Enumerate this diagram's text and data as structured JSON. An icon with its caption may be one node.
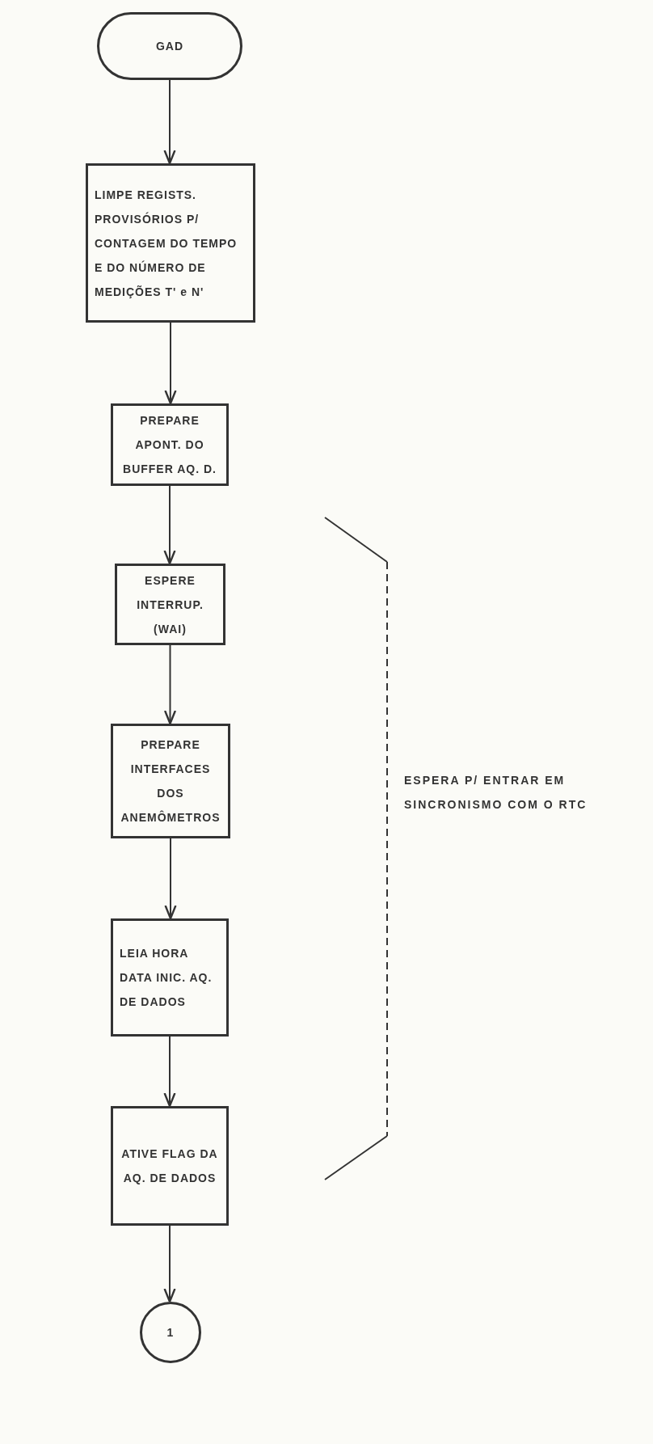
{
  "diagram": {
    "nodes": [
      {
        "text": [
          "GAD"
        ]
      },
      {
        "text": [
          "LIMPE REGISTS. PROVISÓRIOS P/ CONTAGEM DO TEMPO E DO NÚMERO DE MEDIÇÕES T' e N'"
        ]
      },
      {
        "text": [
          "PREPARE APONT. DO BUFFER AQ. D."
        ]
      },
      {
        "text": [
          "ESPERE INTERRUP. (WAI)"
        ]
      },
      {
        "text": [
          "PREPARE INTERFACES DOS ANEMÔMETROS"
        ]
      },
      {
        "text": [
          "LEIA HORA DATA INIC. AQ. DE DADOS"
        ]
      },
      {
        "text": [
          "ATIVE FLAG DA AQ. DE DADOS"
        ]
      },
      {
        "text": [
          "1"
        ]
      }
    ],
    "edges": [
      {
        "from": 0,
        "to": 1,
        "arrow": "to"
      },
      {
        "from": 1,
        "to": 2,
        "arrow": "to"
      },
      {
        "from": 2,
        "to": 3,
        "arrow": "to"
      },
      {
        "from": 3,
        "to": 4,
        "arrow": "to"
      },
      {
        "from": 4,
        "to": 5,
        "arrow": "to"
      },
      {
        "from": 5,
        "to": 6,
        "arrow": "to"
      },
      {
        "from": 6,
        "to": 7,
        "arrow": "to"
      }
    ],
    "labels": [
      "ESPERA P/ ENTRAR EM SINCRONISMO COM O RTC"
    ]
  }
}
